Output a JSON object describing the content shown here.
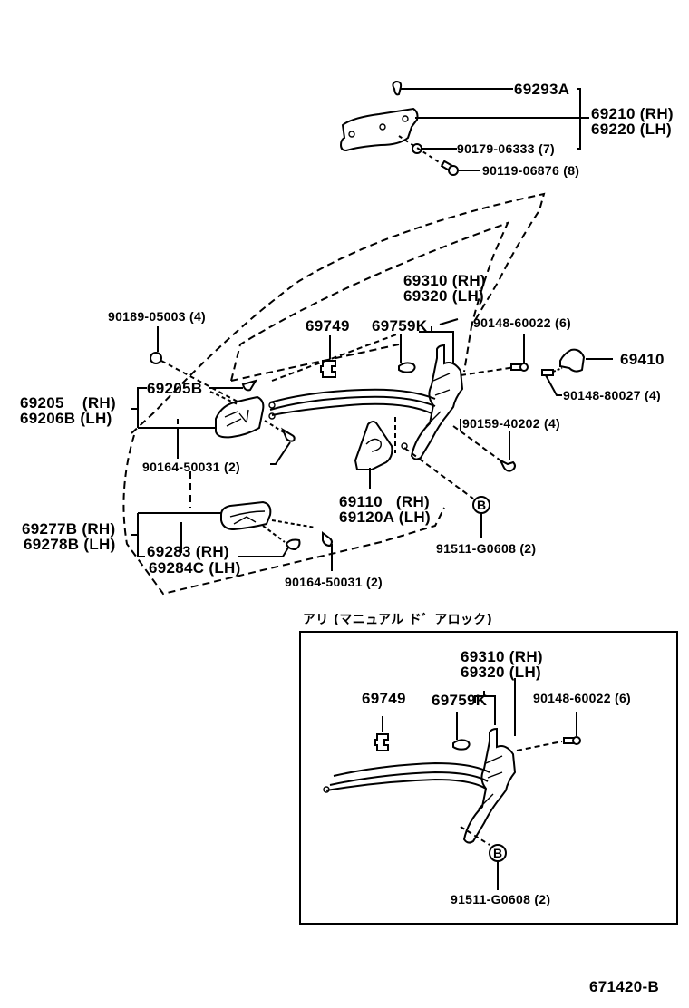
{
  "diagram": {
    "type": "parts-exploded-view",
    "drawing_number": "671420-B",
    "main_view": {
      "labels": {
        "p69293A": "69293A",
        "p69210": "69210 (RH)",
        "p69220": "69220 (LH)",
        "p90179": "90179-06333 (7)",
        "p90119": "90119-06876 (8)",
        "p69310": "69310 (RH)",
        "p69320": "69320 (LH)",
        "p90189": "90189-05003 (4)",
        "p69749": "69749",
        "p69759K": "69759K",
        "p90148_60022": "90148-60022 (6)",
        "p69410": "69410",
        "p90148_80027": "90148-80027 (4)",
        "p69205": "69205    (RH)",
        "p69206B": "69206B (LH)",
        "p69205B": "69205B",
        "p90159": "90159-40202 (4)",
        "p90164_a": "90164-50031 (2)",
        "p69110": "69110   (RH)",
        "p69120A": "69120A (LH)",
        "ref_B": "B",
        "p91511": "91511-G0608 (2)",
        "p69277B": "69277B (RH)",
        "p69278B": "69278B (LH)",
        "p69283": "69283 (RH)",
        "p69284C": "69284C (LH)",
        "p90164_b": "90164-50031 (2)"
      }
    },
    "inset_view": {
      "caption": "アリ (マニュアル ド゛アロック)",
      "labels": {
        "p69310": "69310 (RH)",
        "p69320": "69320 (LH)",
        "p69749": "69749",
        "p69759K": "69759K",
        "p90148_60022": "90148-60022 (6)",
        "ref_B": "B",
        "p91511": "91511-G0608 (2)"
      }
    }
  }
}
